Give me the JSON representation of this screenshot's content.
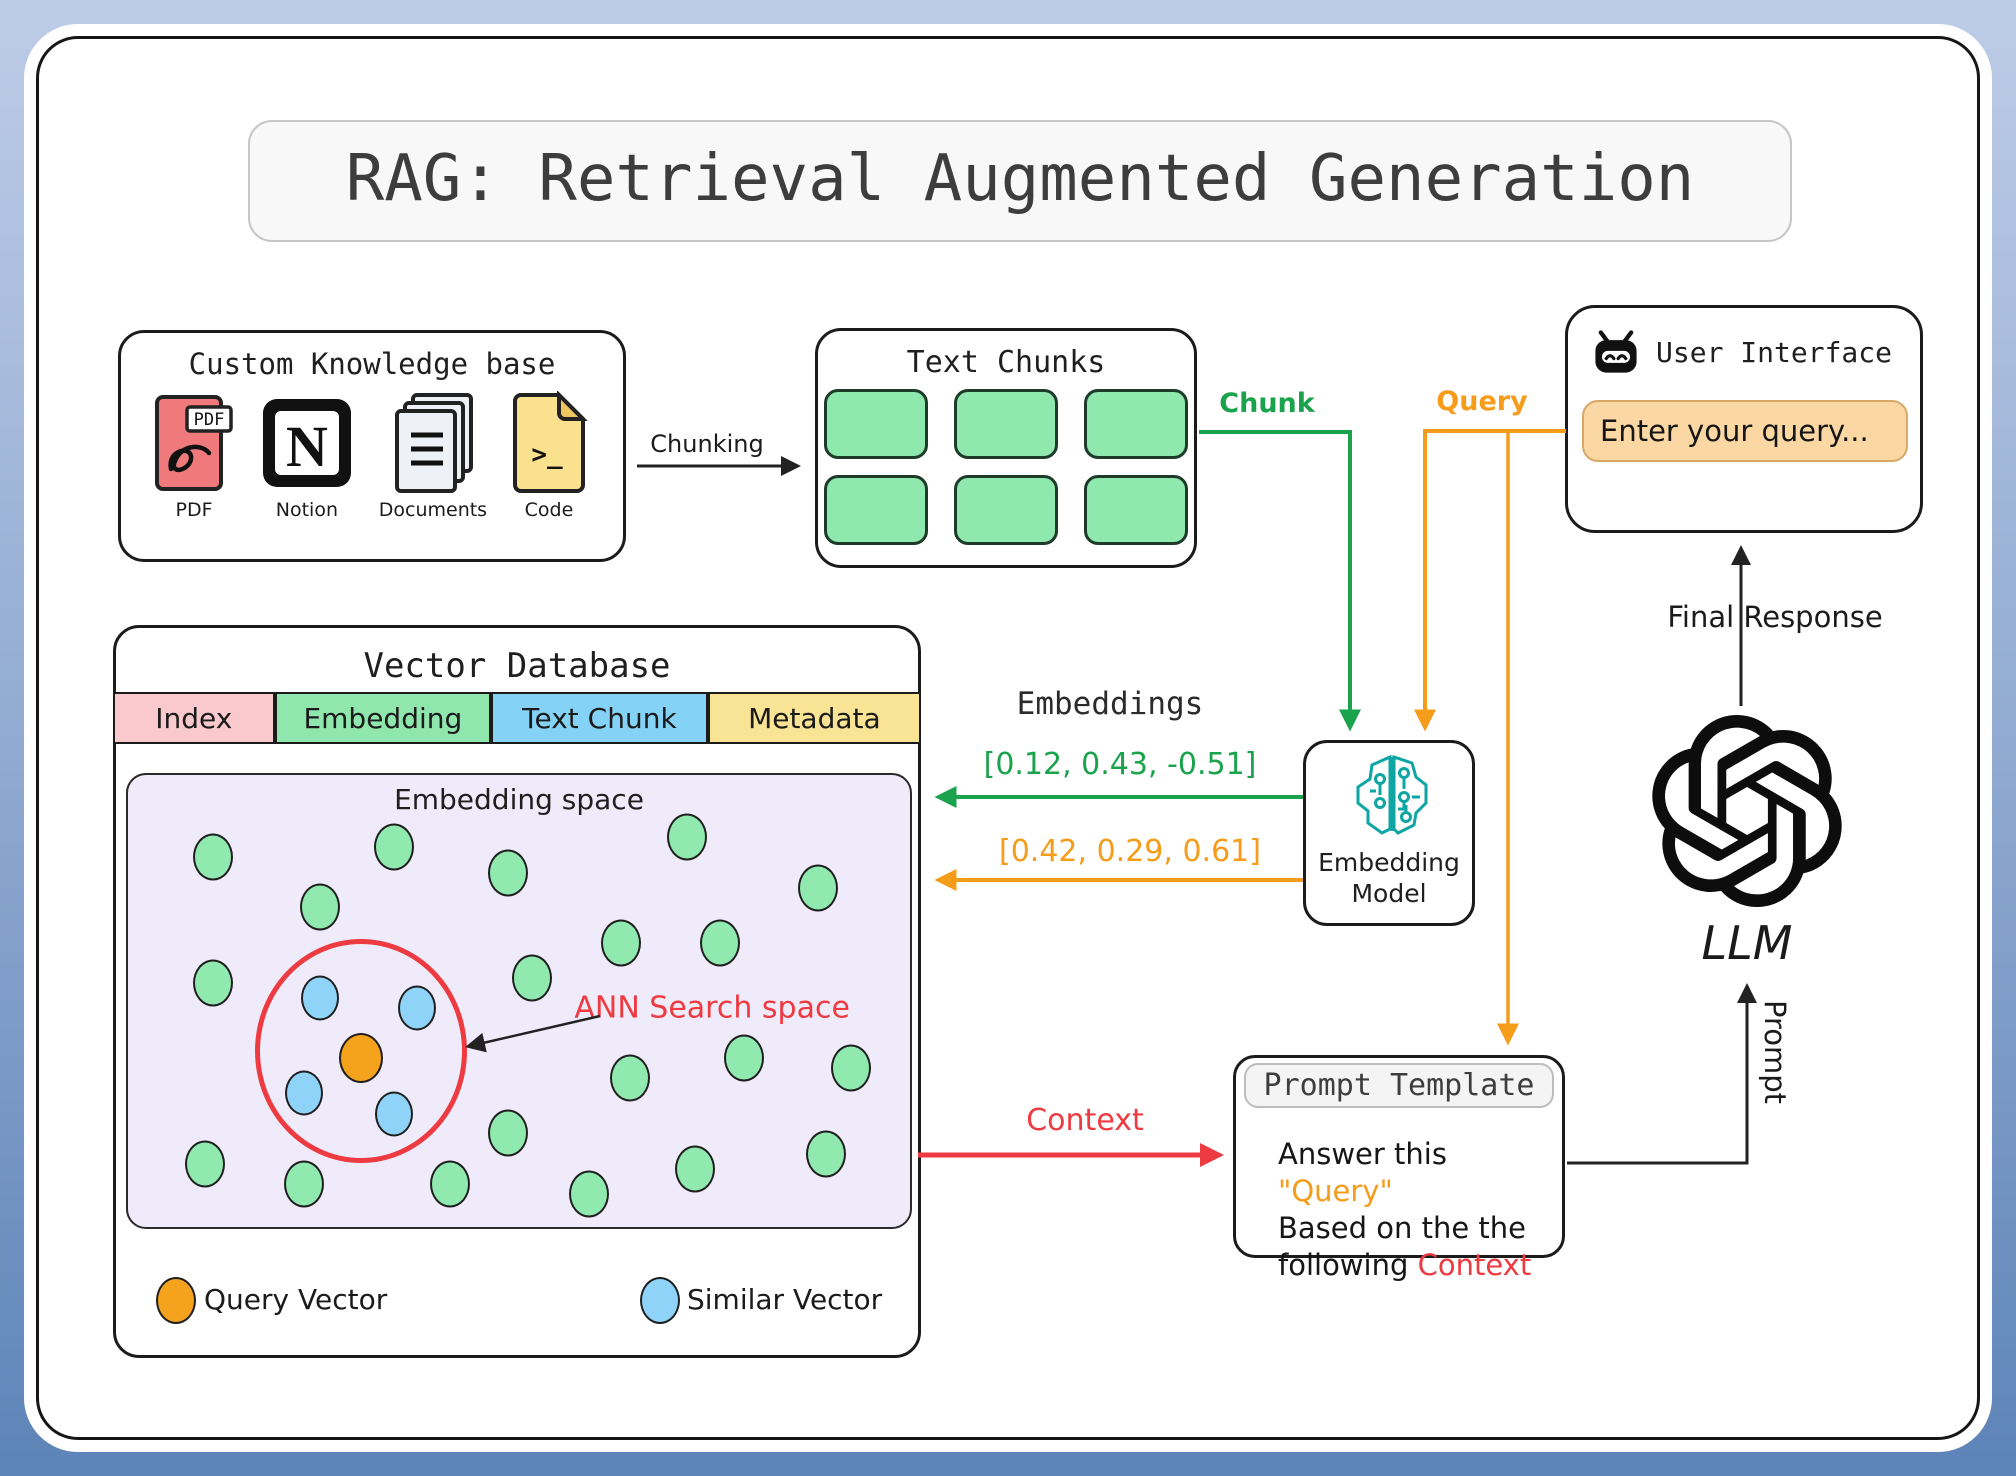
{
  "page": {
    "title": "RAG: Retrieval Augmented Generation"
  },
  "labels": {
    "chunking": "Chunking",
    "chunk": "Chunk",
    "query": "Query",
    "context": "Context",
    "final_response": "Final Response",
    "prompt": "Prompt",
    "embeddings_heading": "Embeddings"
  },
  "knowledge_base": {
    "title": "Custom Knowledge base",
    "items": [
      {
        "label": "PDF",
        "badge": "PDF"
      },
      {
        "label": "Notion",
        "glyph": "N"
      },
      {
        "label": "Documents"
      },
      {
        "label": "Code",
        "glyph": ">_"
      }
    ]
  },
  "text_chunks": {
    "title": "Text Chunks",
    "count": 6
  },
  "user_interface": {
    "title": "User Interface",
    "input_placeholder": "Enter your query..."
  },
  "vector_database": {
    "title": "Vector Database",
    "columns": [
      {
        "label": "Index",
        "color": "#f9c9cd"
      },
      {
        "label": "Embedding",
        "color": "#8fe7ae"
      },
      {
        "label": "Text Chunk",
        "color": "#85d2f7"
      },
      {
        "label": "Metadata",
        "color": "#f8e494"
      }
    ],
    "embedding_space": {
      "title": "Embedding space",
      "ann_label": "ANN Search space",
      "green_dots": [
        [
          10.9,
          18.2
        ],
        [
          34.0,
          16.0
        ],
        [
          48.6,
          21.6
        ],
        [
          71.5,
          13.8
        ],
        [
          88.2,
          24.9
        ],
        [
          24.6,
          29.3
        ],
        [
          63.1,
          37.1
        ],
        [
          75.7,
          37.1
        ],
        [
          10.9,
          46.0
        ],
        [
          51.7,
          44.9
        ],
        [
          64.2,
          67.1
        ],
        [
          78.8,
          62.7
        ],
        [
          92.4,
          64.9
        ],
        [
          48.6,
          79.3
        ],
        [
          72.5,
          87.1
        ],
        [
          89.2,
          83.8
        ],
        [
          9.9,
          86.0
        ],
        [
          22.5,
          90.4
        ],
        [
          41.2,
          90.4
        ],
        [
          59.0,
          92.7
        ]
      ],
      "blue_dots": [
        [
          24.6,
          49.3
        ],
        [
          37.0,
          51.6
        ],
        [
          22.5,
          70.4
        ],
        [
          34.0,
          74.9
        ]
      ],
      "query_dot": [
        29.8,
        62.7
      ],
      "legend": [
        {
          "label": "Query Vector",
          "color": "#f5a31c"
        },
        {
          "label": "Similar Vector",
          "color": "#8fd3f8"
        }
      ]
    }
  },
  "embeddings": {
    "chunk_vector": "[0.12, 0.43, -0.51]",
    "query_vector": "[0.42, 0.29, 0.61]"
  },
  "embedding_model": {
    "title": "Embedding Model"
  },
  "prompt_template": {
    "title": "Prompt Template",
    "line1_prefix": "Answer this ",
    "line1_query": "\"Query\"",
    "line2": "Based on the the",
    "line3_prefix": "following ",
    "line3_context": "Context"
  },
  "llm": {
    "label": "LLM"
  },
  "colors": {
    "green": "#1aa34c",
    "orange": "#f59c1a",
    "red": "#ee3a41",
    "teal": "#0ea5a5",
    "chunk_fill": "#8fe9ae",
    "lavender": "#efebfa",
    "input_bg": "#fbd7a4"
  }
}
